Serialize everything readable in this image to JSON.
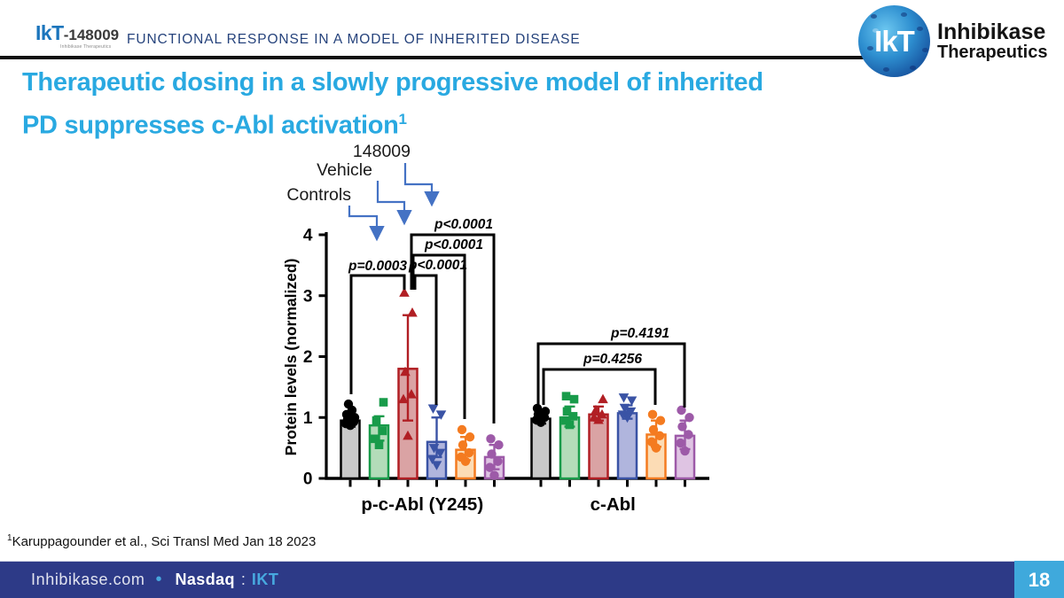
{
  "header": {
    "logo": {
      "ikt": "IkT",
      "suffix": "-148009",
      "subtext": "Inhibikase Therapeutics"
    },
    "title": "FUNCTIONAL RESPONSE IN A MODEL OF INHERITED DISEASE",
    "brand": {
      "circle_text": "IkT",
      "name_line1": "Inhibikase",
      "name_line2": "Therapeutics"
    }
  },
  "slide_title": {
    "line1": "Therapeutic dosing in a slowly progressive model of inherited",
    "line2": "PD suppresses c-Abl activation",
    "superscript": "1"
  },
  "footnote": {
    "superscript": "1",
    "text": "Karuppagounder et al., Sci Transl Med Jan 18 2023"
  },
  "footer": {
    "website": "Inhibikase.com",
    "bullet": "•",
    "exchange": "Nasdaq",
    "colon": ":",
    "ticker": "IKT",
    "page_number": "18",
    "bg_color": "#2D3A87",
    "accent_color": "#47A8DF",
    "page_box_color": "#3FA9DC"
  },
  "colors": {
    "title_blue": "#29A9E1",
    "header_navy": "#26437C",
    "arrow_blue": "#4472C4",
    "logo_blue": "#1B75BC"
  },
  "chart_data": {
    "type": "bar",
    "title": "",
    "xlabel": "",
    "ylabel": "Protein levels (normalized)",
    "ylim": [
      0,
      4
    ],
    "yticks": [
      0,
      1,
      2,
      3,
      4
    ],
    "grid": false,
    "legend": "none",
    "series": [
      {
        "name": "control-gray",
        "fill": "#C9C9C9",
        "stroke": "#000000",
        "marker": "circle"
      },
      {
        "name": "control-green",
        "fill": "#B3DCB9",
        "stroke": "#189B4A",
        "marker": "square"
      },
      {
        "name": "vehicle-red",
        "fill": "#DAA3A4",
        "stroke": "#B11F24",
        "marker": "triangle-up"
      },
      {
        "name": "148009-blue",
        "fill": "#B0B5DD",
        "stroke": "#3A53A5",
        "marker": "triangle-down"
      },
      {
        "name": "148009-orange",
        "fill": "#FCDCB5",
        "stroke": "#F47B20",
        "marker": "circle"
      },
      {
        "name": "148009-purple",
        "fill": "#DFC4E3",
        "stroke": "#9D5AA8",
        "marker": "circle"
      }
    ],
    "groups": [
      {
        "label": "p-c-Abl (Y245)",
        "bars": [
          {
            "value": 0.95,
            "err": [
              0.85,
              1.1
            ],
            "points": [
              0.87,
              0.9,
              0.93,
              0.97,
              1.0,
              1.05,
              1.12,
              1.22
            ]
          },
          {
            "value": 0.87,
            "err": [
              0.62,
              1.02
            ],
            "points": [
              0.55,
              0.65,
              0.78,
              0.95,
              1.25
            ]
          },
          {
            "value": 1.8,
            "err": [
              0.95,
              2.68
            ],
            "points": [
              0.7,
              1.3,
              1.38,
              1.75,
              2.72,
              3.05
            ]
          },
          {
            "value": 0.6,
            "err": [
              0.35,
              1.0
            ],
            "points": [
              0.22,
              0.32,
              0.42,
              0.5,
              1.05,
              1.15
            ]
          },
          {
            "value": 0.47,
            "err": [
              0.3,
              0.68
            ],
            "points": [
              0.28,
              0.35,
              0.42,
              0.55,
              0.68,
              0.8
            ]
          },
          {
            "value": 0.35,
            "err": [
              0.15,
              0.55
            ],
            "points": [
              0.05,
              0.18,
              0.28,
              0.4,
              0.55,
              0.65
            ]
          }
        ]
      },
      {
        "label": "c-Abl",
        "bars": [
          {
            "value": 0.98,
            "err": [
              0.9,
              1.08
            ],
            "points": [
              0.92,
              0.96,
              1.0,
              1.05,
              1.1,
              1.15
            ]
          },
          {
            "value": 1.0,
            "err": [
              0.85,
              1.18
            ],
            "points": [
              0.88,
              0.95,
              1.02,
              1.1,
              1.3,
              1.35
            ]
          },
          {
            "value": 1.05,
            "err": [
              0.95,
              1.18
            ],
            "points": [
              0.96,
              1.0,
              1.05,
              1.12,
              1.3
            ]
          },
          {
            "value": 1.07,
            "err": [
              0.98,
              1.2
            ],
            "points": [
              1.0,
              1.05,
              1.1,
              1.16,
              1.28,
              1.33
            ]
          },
          {
            "value": 0.72,
            "err": [
              0.52,
              0.95
            ],
            "points": [
              0.5,
              0.6,
              0.7,
              0.8,
              0.95,
              1.05
            ]
          },
          {
            "value": 0.7,
            "err": [
              0.48,
              0.95
            ],
            "points": [
              0.45,
              0.58,
              0.72,
              0.85,
              1.0,
              1.12
            ]
          }
        ]
      }
    ],
    "significance": [
      {
        "label": "p=0.0003",
        "x1": 396,
        "x2": 456,
        "y": 311,
        "drop1": 134,
        "drop2": 16,
        "lx": 426,
        "ly": 305
      },
      {
        "label": "p<0.0001",
        "x1": 468,
        "x2": 492,
        "y": 311,
        "drop1": 16,
        "drop2": 146,
        "lx": 494,
        "ly": 304
      },
      {
        "label": "p<0.0001",
        "x1": 466,
        "x2": 524,
        "y": 288,
        "drop1": 39,
        "drop2": 185,
        "lx": 512,
        "ly": 281
      },
      {
        "label": "p<0.0001",
        "x1": 464,
        "x2": 557,
        "y": 265,
        "drop1": 62,
        "drop2": 213,
        "lx": 523,
        "ly": 258
      },
      {
        "label": "p=0.4256",
        "x1": 613,
        "x2": 739,
        "y": 417,
        "drop1": 40,
        "drop2": 40,
        "lx": 691,
        "ly": 410
      },
      {
        "label": "p=0.4191",
        "x1": 607,
        "x2": 772,
        "y": 388,
        "drop1": 70,
        "drop2": 72,
        "lx": 722,
        "ly": 381
      }
    ],
    "annotations": [
      {
        "label": "Controls",
        "lx": 396,
        "ly": 226,
        "path": [
          [
            394,
            232
          ],
          [
            394,
            244
          ],
          [
            425,
            244
          ],
          [
            425,
            268
          ]
        ]
      },
      {
        "label": "Vehicle",
        "lx": 420,
        "ly": 198,
        "path": [
          [
            426,
            204
          ],
          [
            426,
            228
          ],
          [
            456,
            228
          ],
          [
            456,
            250
          ]
        ]
      },
      {
        "label": "148009",
        "lx": 463,
        "ly": 177,
        "path": [
          [
            457,
            184
          ],
          [
            457,
            208
          ],
          [
            487,
            208
          ],
          [
            487,
            229
          ]
        ]
      }
    ]
  }
}
